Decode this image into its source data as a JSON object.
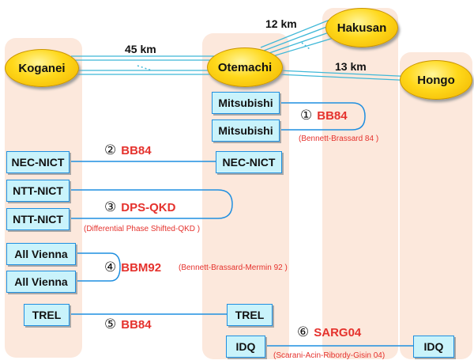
{
  "sites": {
    "koganei": "Koganei",
    "otemachi": "Otemachi",
    "hakusan": "Hakusan",
    "hongo": "Hongo"
  },
  "distances": {
    "koganei_otemachi": "45 km",
    "otemachi_hakusan": "12 km",
    "otemachi_hongo": "13 km"
  },
  "links": [
    {
      "number": "①",
      "protocol": "BB84",
      "description": "(Bennett-Brassard 84 )",
      "endpoint_a": "Mitsubishi",
      "endpoint_b": "Mitsubishi"
    },
    {
      "number": "②",
      "protocol": "BB84",
      "description": "",
      "endpoint_a": "NEC-NICT",
      "endpoint_b": "NEC-NICT"
    },
    {
      "number": "③",
      "protocol": "DPS-QKD",
      "description": "(Differential Phase Shifted-QKD )",
      "endpoint_a": "NTT-NICT",
      "endpoint_b": "NTT-NICT"
    },
    {
      "number": "④",
      "protocol": "BBM92",
      "description": "(Bennett-Brassard-Mermin 92 )",
      "endpoint_a": "All Vienna",
      "endpoint_b": "All Vienna"
    },
    {
      "number": "⑤",
      "protocol": "BB84",
      "description": "",
      "endpoint_a": "TREL",
      "endpoint_b": "TREL"
    },
    {
      "number": "⑥",
      "protocol": "SARG04",
      "description": "(Scarani-Acin-Ribordy-Gisin 04)",
      "endpoint_a": "IDQ",
      "endpoint_b": "IDQ"
    }
  ],
  "colors": {
    "column_background": "#fce8dc",
    "node_fill": "#c9f3fb",
    "node_border": "#1f8fe0",
    "link_line": "#1f8fe0",
    "fiber_line": "#3fb8d8",
    "protocol_text": "#e5322d",
    "site_fill": "#ffd81a"
  }
}
